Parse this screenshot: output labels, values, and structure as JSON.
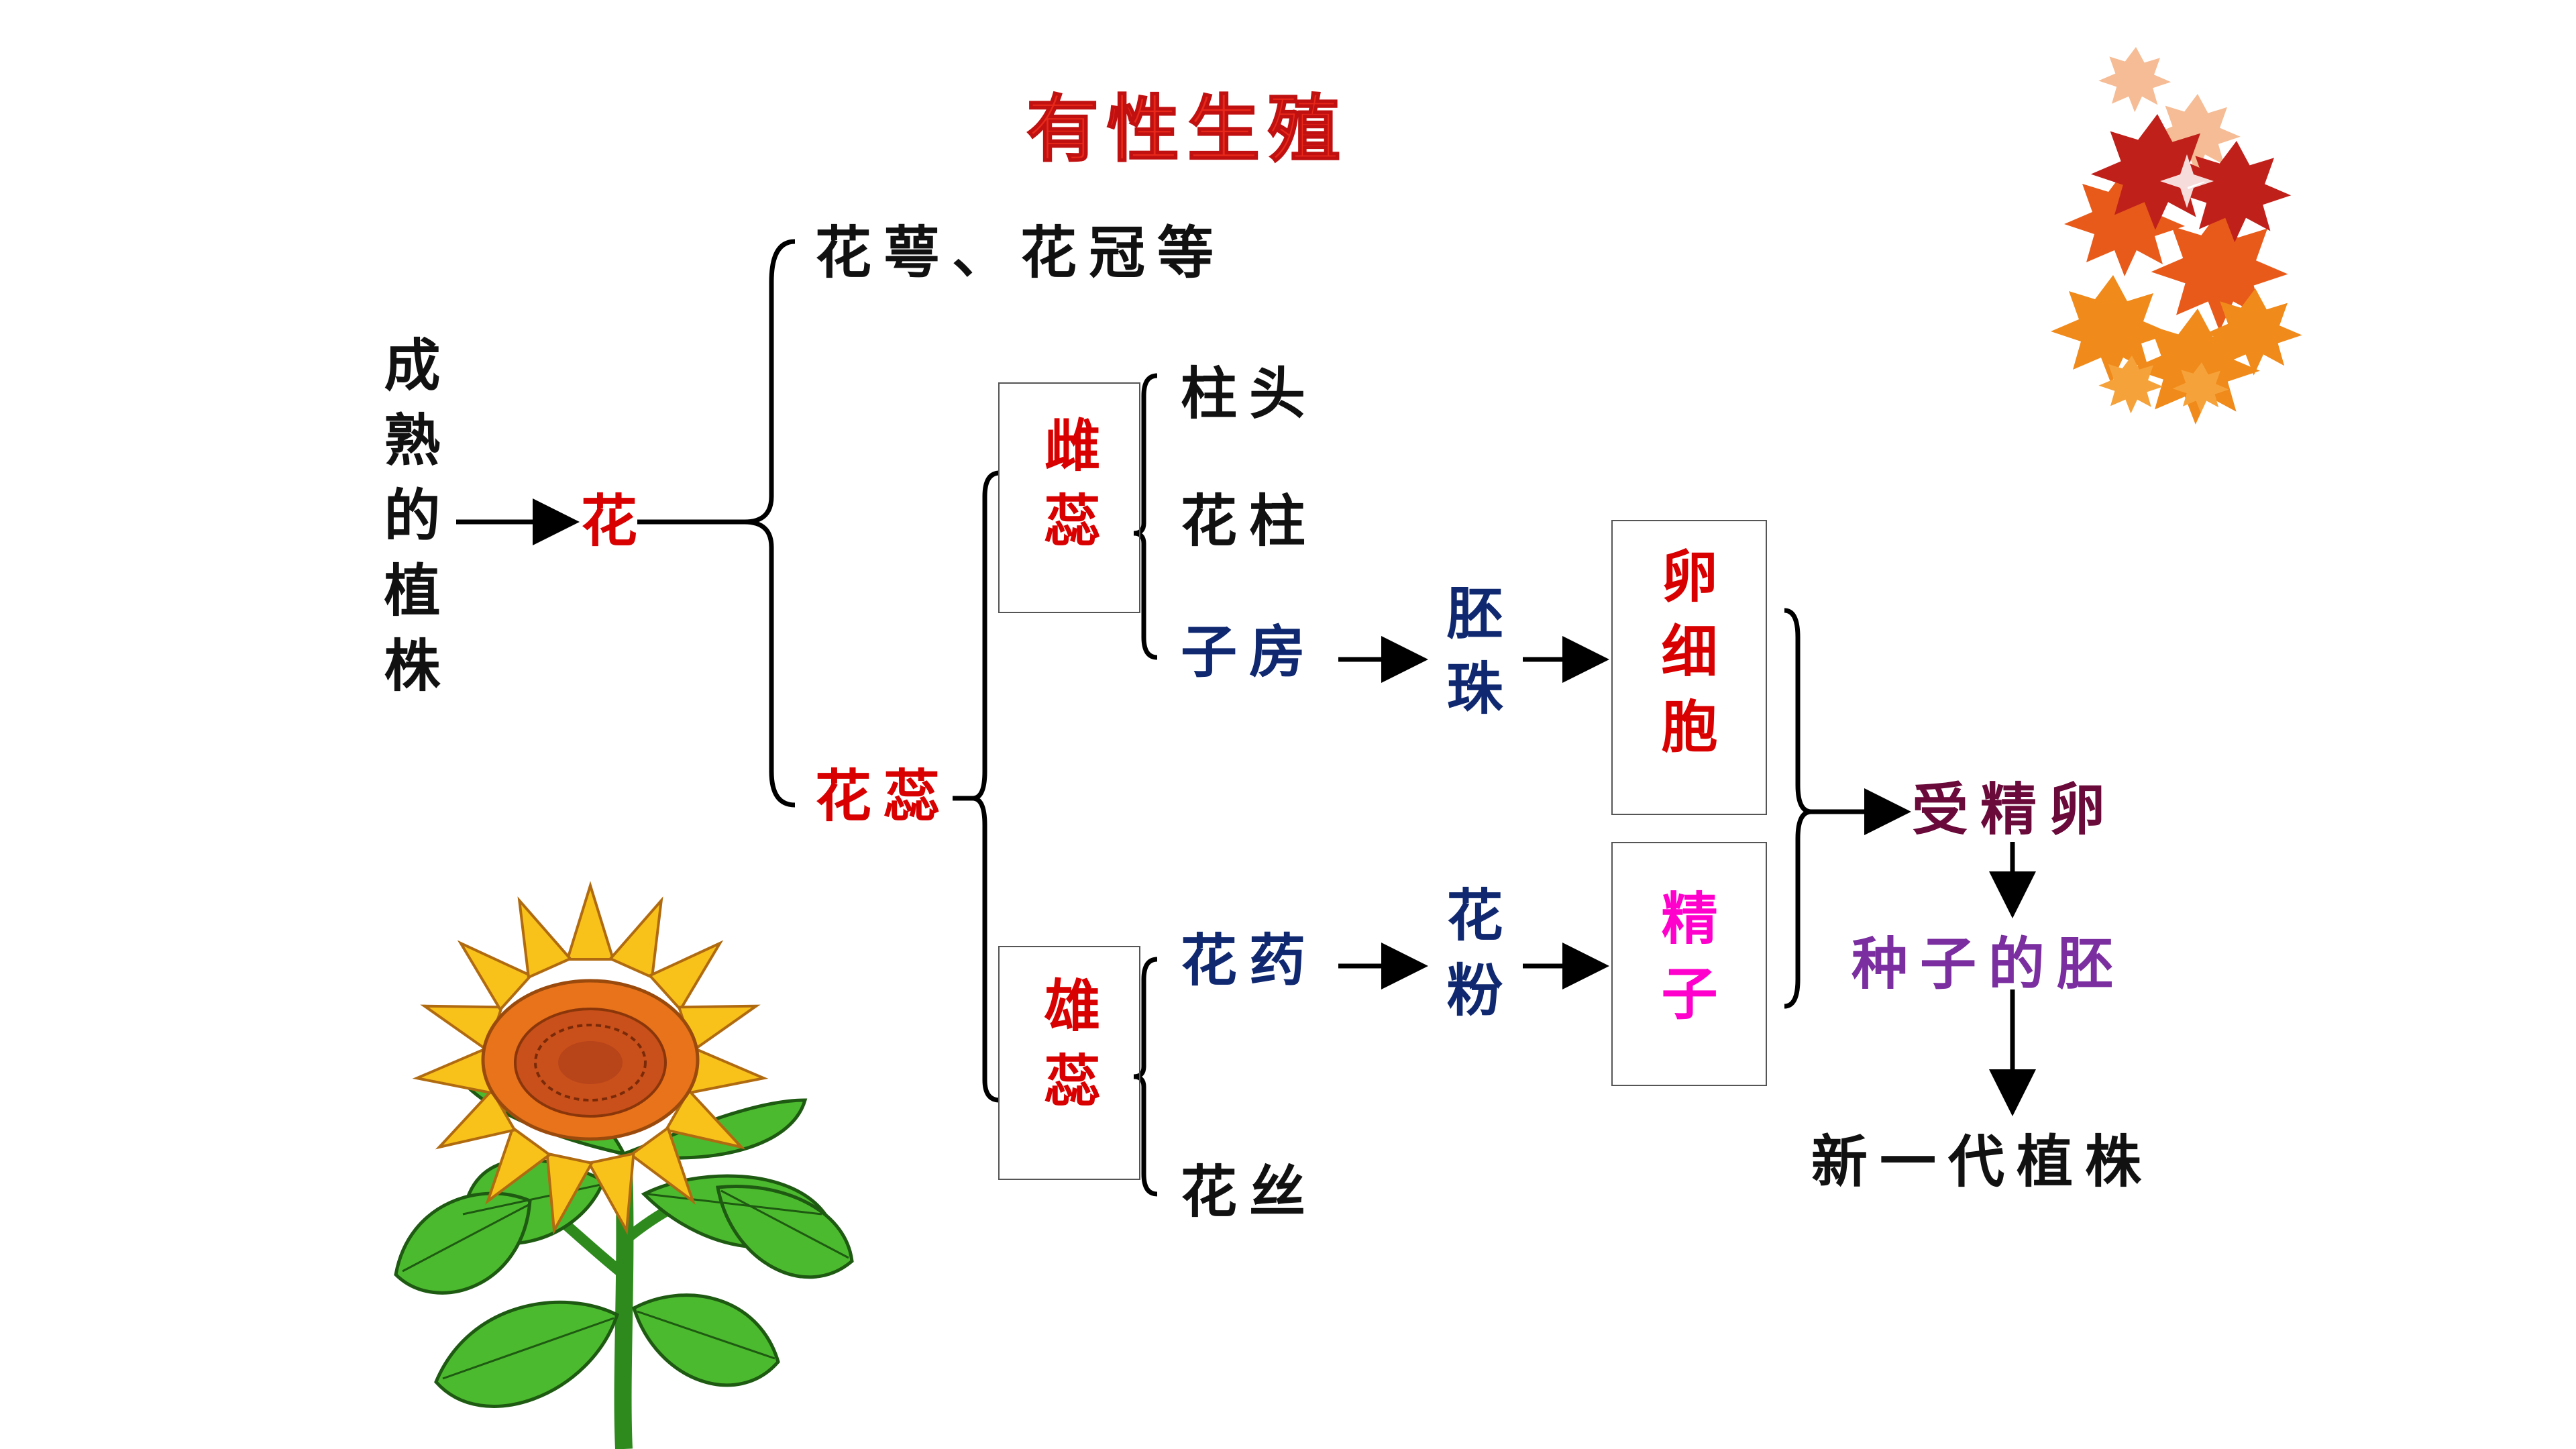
{
  "title": "有性生殖",
  "colors": {
    "title": "#e8281a",
    "black": "#111111",
    "red": "#d80000",
    "navy": "#0f2870",
    "magenta": "#ff00cc",
    "plum": "#6a0a3a",
    "purple": "#7a2ea0",
    "line": "#000000"
  },
  "nodes": {
    "mature_plant": "成熟的植株",
    "flower": "花",
    "sepals_petals": "花萼、花冠等",
    "stamens_pistils": "花蕊",
    "pistil": "雌蕊",
    "stamen": "雄蕊",
    "stigma": "柱头",
    "style": "花柱",
    "ovary": "子房",
    "ovule": "胚珠",
    "egg_cell": "卵细胞",
    "anther": "花药",
    "filament": "花丝",
    "pollen": "花粉",
    "sperm": "精子",
    "zygote": "受精卵",
    "seed_embryo": "种子的胚",
    "new_plant": "新一代植株"
  },
  "decorations": [
    "sunflower-illustration",
    "autumn-leaves-illustration"
  ]
}
